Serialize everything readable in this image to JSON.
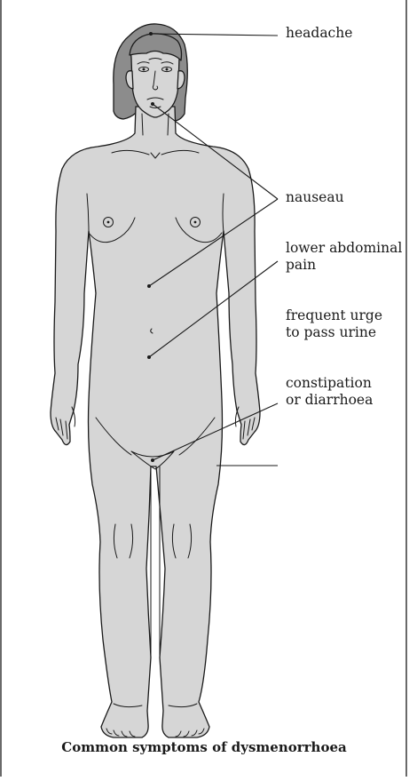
{
  "labels": {
    "headache": [
      "headache"
    ],
    "nauseau": [
      "nauseau"
    ],
    "abdominal_pain": [
      "lower abdominal",
      "pain"
    ],
    "urge": [
      "frequent urge",
      "to pass urine"
    ],
    "constipation": [
      "constipation",
      "or diarrhoea"
    ]
  },
  "caption": "Common symptoms of dysmenorrhoea",
  "colors": {
    "skin": "#d6d6d6",
    "hair": "#8c8c8c",
    "ink": "#1a1a1a",
    "background": "#ffffff"
  }
}
